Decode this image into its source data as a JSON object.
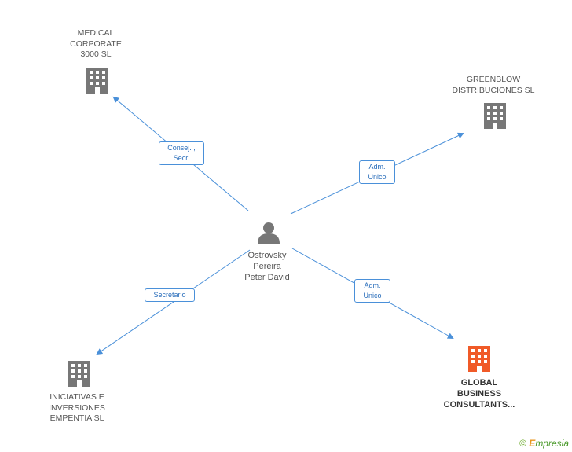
{
  "colors": {
    "edge": "#4a90d9",
    "company_icon": "#777777",
    "main_company_icon": "#f05a28",
    "person_icon": "#777777"
  },
  "person": {
    "name_lines": [
      "Ostrovsky",
      "Pereira",
      "Peter David"
    ],
    "icon": "person-icon"
  },
  "companies": [
    {
      "id": "medical",
      "name_lines": [
        "MEDICAL",
        "CORPORATE",
        "3000 SL"
      ],
      "icon": "building-icon",
      "main": false
    },
    {
      "id": "greenblow",
      "name_lines": [
        "GREENBLOW",
        "DISTRIBUCIONES SL"
      ],
      "icon": "building-icon",
      "main": false
    },
    {
      "id": "iniciativas",
      "name_lines": [
        "INICIATIVAS E",
        "INVERSIONES",
        "EMPENTIA SL"
      ],
      "icon": "building-icon",
      "main": false
    },
    {
      "id": "global",
      "name_lines": [
        "GLOBAL",
        "BUSINESS",
        "CONSULTANTS..."
      ],
      "icon": "building-icon",
      "main": true
    }
  ],
  "edges": [
    {
      "to": "medical",
      "label_lines": [
        "Consej. ,",
        "Secr."
      ]
    },
    {
      "to": "greenblow",
      "label_lines": [
        "Adm.",
        "Unico"
      ]
    },
    {
      "to": "iniciativas",
      "label_lines": [
        "Secretario"
      ]
    },
    {
      "to": "global",
      "label_lines": [
        "Adm.",
        "Unico"
      ]
    }
  ],
  "watermark": {
    "copyright": "©",
    "brand_initial": "E",
    "brand_rest": "mpresia"
  }
}
